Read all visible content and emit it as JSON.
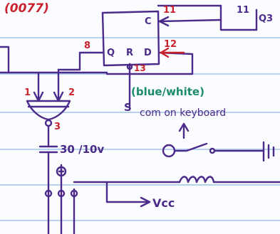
{
  "header": {
    "code": "(0077)"
  },
  "flipflop": {
    "pin_c": "C",
    "pin_q": "Q",
    "pin_r": "R",
    "pin_d": "D",
    "pin_c_number": "11",
    "pin_q_number": "8",
    "pin_d_number": "12",
    "pin_r_number": "13"
  },
  "upstream": {
    "pin_number": "11",
    "output_label": "Q3"
  },
  "gate": {
    "input1_number": "1",
    "input2_number": "2",
    "output_number": "3"
  },
  "annotations": {
    "wire_color": "(blue/white)",
    "s_label": "S",
    "keyboard_label": "com on keyboard",
    "capacitor_value": "30 /10v",
    "vcc_label": "Vcc"
  },
  "colors": {
    "paper": "#fbfcff",
    "rule_line": "#9fc3e6",
    "ink_purple": "#4b2a8a",
    "ink_red": "#c8232c",
    "ink_green": "#1a8a6a"
  }
}
